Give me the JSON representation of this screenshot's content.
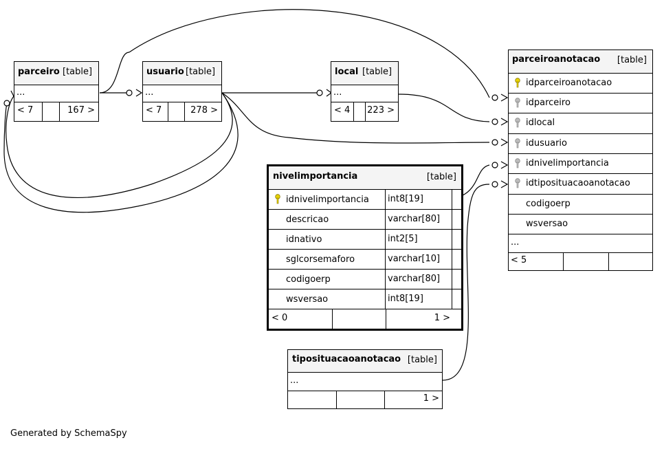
{
  "tables": {
    "parceiro": {
      "name": "parceiro",
      "kind": "[table]",
      "more": "...",
      "children": "< 7",
      "parents": "167 >"
    },
    "usuario": {
      "name": "usuario",
      "kind": "[table]",
      "more": "...",
      "children": "< 7",
      "parents": "278 >"
    },
    "local": {
      "name": "local",
      "kind": "[table]",
      "more": "...",
      "children": "< 4",
      "parents": "223 >"
    },
    "parceiroanotacao": {
      "name": "parceiroanotacao",
      "kind": "[table]",
      "columns": [
        "idparceiroanotacao",
        "idparceiro",
        "idlocal",
        "idusuario",
        "idnivelimportancia",
        "idtiposituacaoanotacao",
        "codigoerp",
        "wsversao"
      ],
      "more": "...",
      "children": "< 5"
    },
    "nivelimportancia": {
      "name": "nivelimportancia",
      "kind": "[table]",
      "columns": [
        {
          "name": "idnivelimportancia",
          "type": "int8[19]"
        },
        {
          "name": "descricao",
          "type": "varchar[80]"
        },
        {
          "name": "idnativo",
          "type": "int2[5]"
        },
        {
          "name": "sglcorsemaforo",
          "type": "varchar[10]"
        },
        {
          "name": "codigoerp",
          "type": "varchar[80]"
        },
        {
          "name": "wsversao",
          "type": "int8[19]"
        }
      ],
      "children": "< 0",
      "parents": "1 >"
    },
    "tiposituacaoanotacao": {
      "name": "tiposituacaoanotacao",
      "kind": "[table]",
      "more": "...",
      "parents": "1 >"
    }
  },
  "footer": "Generated by SchemaSpy",
  "colors": {
    "primary_key_icon": "#e8d400",
    "foreign_key_icon": "#bdbdbd",
    "header_bg": "#f4f4f4"
  }
}
